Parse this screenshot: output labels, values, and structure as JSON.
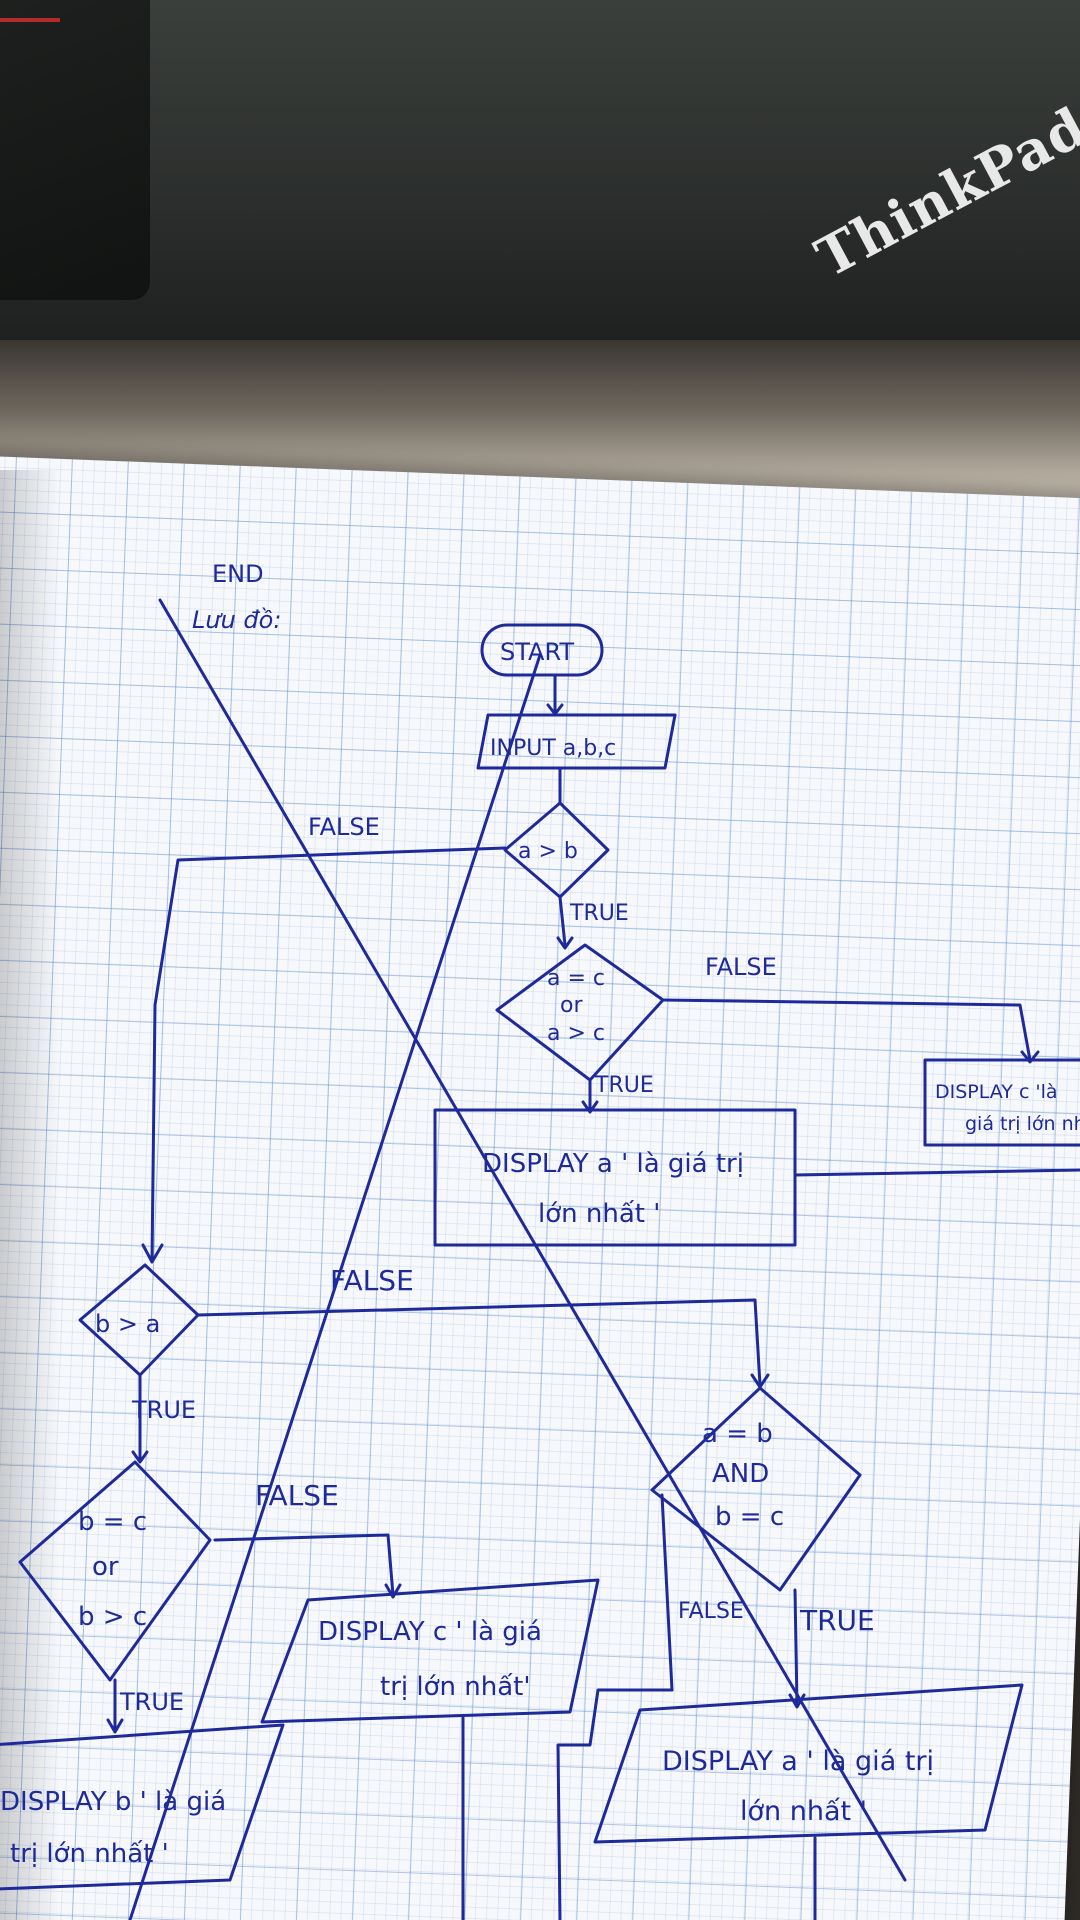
{
  "laptop": {
    "brand": "ThinkPad"
  },
  "ink_color": "#1f2a9a",
  "notes": {
    "end_label": "END",
    "heading": "Lưu đồ:"
  },
  "flowchart": {
    "start": "START",
    "input": "INPUT a,b,c",
    "decision_a_gt_b": "a > b",
    "label_false_top": "FALSE",
    "label_true_1": "TRUE",
    "decision_ac_line1": "a = c",
    "decision_ac_line2": "or",
    "decision_ac_line3": "a > c",
    "label_false_right": "FALSE",
    "label_true_2": "TRUE",
    "display_c_right_line1": "DISPLAY c 'là",
    "display_c_right_line2": "giá trị lớn nhất'",
    "display_a_center_line1": "DISPLAY a ' là giá trị",
    "display_a_center_line2": "lớn nhất '",
    "decision_b_gt_a": "b > a",
    "label_false_mid": "FALSE",
    "label_true_3": "TRUE",
    "decision_abc_line1": "a = b",
    "decision_abc_line2": "AND",
    "decision_abc_line3": "b = c",
    "decision_bc_line1": "b = c",
    "decision_bc_line2": "or",
    "decision_bc_line3": "b > c",
    "label_false_bc": "FALSE",
    "label_false_abc": "FALSE",
    "label_true_abc": "TRUE",
    "label_true_bc": "TRUE",
    "display_c_mid_line1": "DISPLAY c ' là giá",
    "display_c_mid_line2": "trị lớn nhất'",
    "display_a_bottom_line1": "DISPLAY a ' là giá trị",
    "display_a_bottom_line2": "lớn nhất '",
    "display_b_line1": "DISPLAY b ' là giá",
    "display_b_line2": "trị lớn nhất '"
  }
}
